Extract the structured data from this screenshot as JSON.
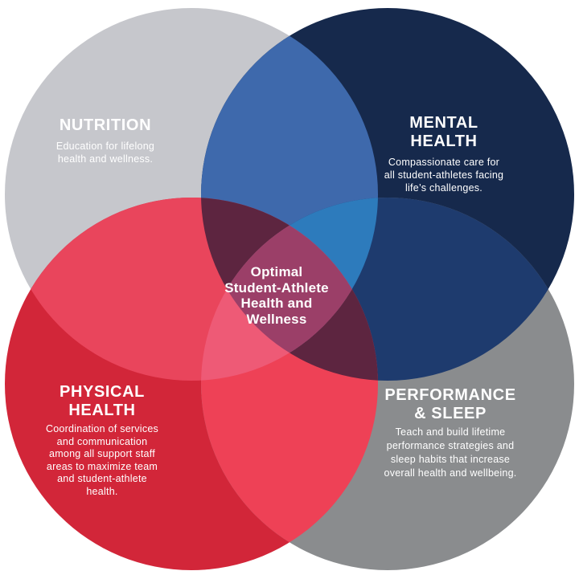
{
  "colors": {
    "background": "#ffffff",
    "label_text": "#ffffff",
    "nutrition_circle": "#c6c7cc",
    "mental_circle": "#16294c",
    "physical_circle": "#d22639",
    "performance_circle": "#8a8c8e",
    "nutrition_mental_overlap": "#3e69ac",
    "mental_performance_overlap": "#1e3b6e",
    "nutrition_physical_overlap": "#e9455c",
    "physical_performance_overlap": "#ee4156",
    "mental_physical_overlap": "#5d2540",
    "nutrition_mental_performance_overlap": "#2d7bbc",
    "nutrition_physical_performance_overlap": "#ee5a76",
    "center_overlap": "#9b3f68"
  },
  "venn": {
    "nutrition": {
      "title_lines": [
        "NUTRITION"
      ],
      "desc_lines": [
        "Education for lifelong",
        "health and wellness."
      ]
    },
    "mental_health": {
      "title_lines": [
        "MENTAL",
        "HEALTH"
      ],
      "desc_lines": [
        "Compassionate care for",
        "all student-athletes facing",
        "life’s challenges."
      ]
    },
    "physical_health": {
      "title_lines": [
        "PHYSICAL",
        "HEALTH"
      ],
      "desc_lines": [
        "Coordination of services",
        "and communication",
        "among all support staff",
        "areas to maximize team",
        "and student-athlete",
        "health."
      ]
    },
    "performance_sleep": {
      "title_lines": [
        "PERFORMANCE",
        "& SLEEP"
      ],
      "desc_lines": [
        "Teach and build lifetime",
        "performance strategies and",
        "sleep habits that increase",
        "overall health and wellbeing."
      ]
    },
    "center": {
      "lines": [
        "Optimal",
        "Student-Athlete",
        "Health and",
        "Wellness"
      ]
    }
  }
}
